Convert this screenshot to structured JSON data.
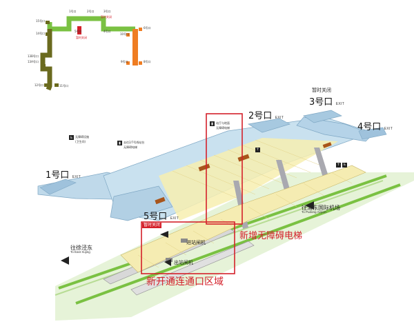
{
  "overview_map": {
    "line_colors": {
      "green": "#7ac142",
      "olive": "#6a6a1e",
      "orange": "#ef7d22",
      "red": "#d4202a"
    },
    "exit_labels": [
      "1",
      "2",
      "3",
      "4",
      "5",
      "6",
      "8",
      "9",
      "10",
      "11",
      "12",
      "13A",
      "13B",
      "14",
      "15"
    ],
    "exit_suffix": "号口",
    "badge": "暂时关闭"
  },
  "exits": {
    "exit1": {
      "label": "1号口",
      "sub": "EXIT"
    },
    "exit2": {
      "label": "2号口",
      "sub": "EXIT"
    },
    "exit3": {
      "label": "3号口",
      "sub": "EXIT",
      "status": "暂时关闭"
    },
    "exit4": {
      "label": "4号口",
      "sub": "EXIT"
    },
    "exit5": {
      "label": "5号口",
      "sub": "EXIT",
      "status": "暂时关闭"
    }
  },
  "signs": {
    "accessible_facility": {
      "line1": "无障碍设施",
      "line2": "(卫生间)"
    },
    "elevator_lines_27": {
      "line1": "去往2/7号线站台",
      "line2": "无障碍电梯"
    },
    "elevator_hall": {
      "line1": "站厅与地面",
      "line2": "无障碍电梯"
    }
  },
  "gates": {
    "entry": "进站闸机",
    "exit": "出站闸机"
  },
  "directions": {
    "to_pudong": {
      "cn": "往浦东国际机场",
      "en": "To Pudong Airport"
    },
    "to_xujing": {
      "cn": "往徐泾东",
      "en": "To East Xujing"
    }
  },
  "annotations": {
    "new_elevator": "新增无障碍电梯",
    "new_connection": "新开通连通口区域"
  }
}
